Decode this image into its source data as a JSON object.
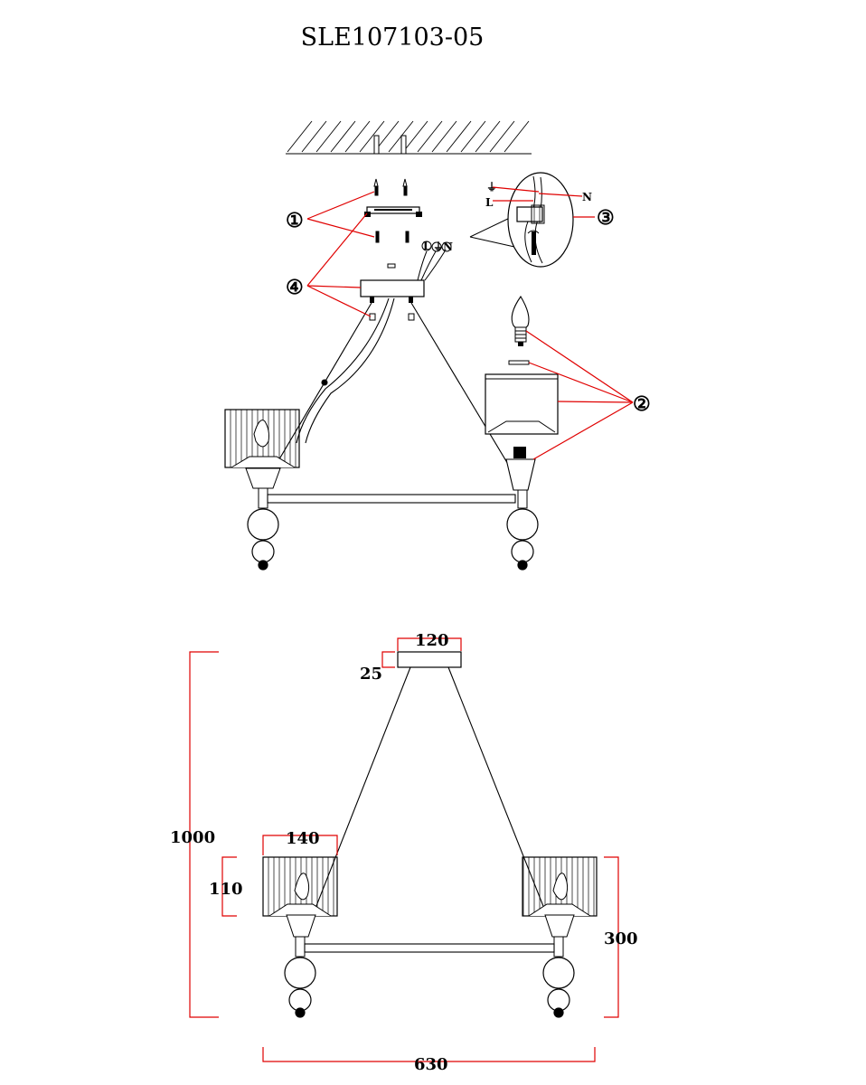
{
  "title": "SLE107103-05",
  "callouts": [
    "①",
    "②",
    "③",
    "④"
  ],
  "wiring": {
    "neutral": "N",
    "live": "L",
    "terminals": [
      "L",
      "⏚",
      "N"
    ]
  },
  "dimensions": {
    "canopy_width": "120",
    "canopy_height": "25",
    "total_height": "1000",
    "shade_width": "140",
    "shade_height": "110",
    "body_height": "300",
    "total_width": "630"
  },
  "colors": {
    "line": "#000000",
    "leader": "#e00000"
  }
}
